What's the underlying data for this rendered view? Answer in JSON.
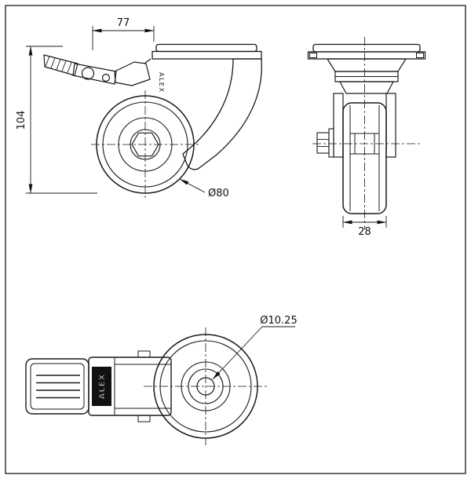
{
  "views": {
    "side": {
      "dim_width": "77",
      "dim_height": "104",
      "dim_wheel_diameter": "Ø80",
      "fork_brand": "ALEX"
    },
    "front": {
      "dim_wheel_width": "28"
    },
    "bottom": {
      "dim_hole_diameter": "Ø10.25",
      "pedal_brand": "ALEX"
    }
  },
  "colors": {
    "ink": "#1a1a1a",
    "background": "#ffffff",
    "label_bg": "#111111",
    "label_text": "#ffffff"
  }
}
